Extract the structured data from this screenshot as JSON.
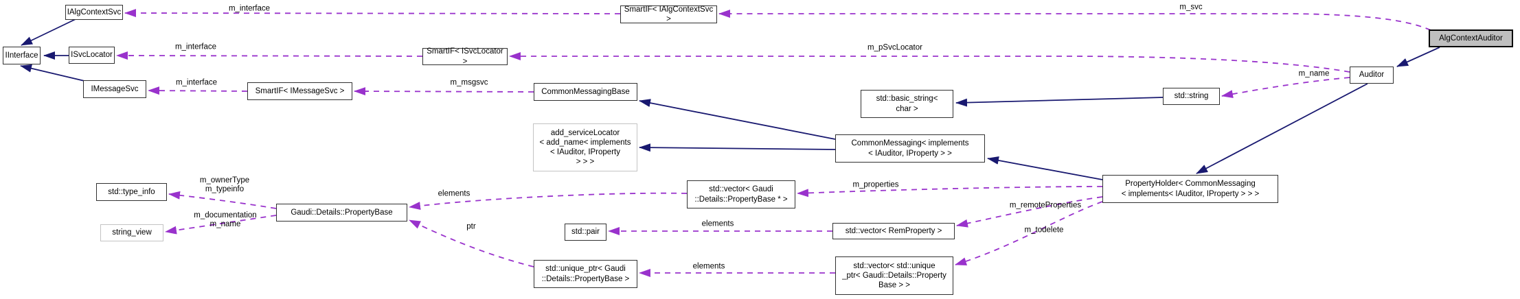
{
  "colors": {
    "bg": "#ffffff",
    "inheritance": "#191970",
    "usage": "#9932cc",
    "node-border": "#303030",
    "ghost-border": "#c3c3c3",
    "self-fill": "#bfbfbf"
  },
  "diagram": {
    "nodes": {
      "iinterface": "IInterface",
      "ialgcontextsvc": "IAlgContextSvc",
      "isvclocator": "ISvcLocator",
      "imessagesvc": "IMessageSvc",
      "smartif_imessagesvc": "SmartIF< IMessageSvc >",
      "smartif_isvclocator": "SmartIF< ISvcLocator >",
      "smartif_ialgcontextsvc": "SmartIF< IAlgContextSvc >",
      "commonmessagingbase": "CommonMessagingBase",
      "add_servicelocator": "add_serviceLocator\n< add_name< implements\n< IAuditor, IProperty\n> > >",
      "basic_string_char": "std::basic_string<\nchar >",
      "std_string": "std::string",
      "auditor": "Auditor",
      "algcontextauditor": "AlgContextAuditor",
      "commonmessaging": "CommonMessaging< implements\n< IAuditor, IProperty > >",
      "propertyholder": "PropertyHolder< CommonMessaging\n< implements< IAuditor, IProperty > > >",
      "std_type_info": "std::type_info",
      "string_view": "string_view",
      "propertybase": "Gaudi::Details::PropertyBase",
      "vector_propertybase_ptr": "std::vector< Gaudi\n::Details::PropertyBase * >",
      "std_pair": "std::pair",
      "vector_remproperty": "std::vector< RemProperty >",
      "unique_ptr_propertybase": "std::unique_ptr< Gaudi\n::Details::PropertyBase >",
      "vector_unique_ptr": "std::vector< std::unique\n_ptr< Gaudi::Details::Property\nBase > >"
    },
    "edge_labels": {
      "m_interface_algcontextsvc": "m_interface",
      "m_interface_svclocator": "m_interface",
      "m_interface_messagesvc": "m_interface",
      "m_svc": "m_svc",
      "m_psvclocator": "m_pSvcLocator",
      "m_name_auditor": "m_name",
      "m_msgsvc": "m_msgsvc",
      "m_properties": "m_properties",
      "m_remoteproperties": "m_remoteProperties",
      "m_todelete": "m_todelete",
      "elements_properties": "elements",
      "elements_remproperty": "elements",
      "elements_unique": "elements",
      "ptr": "ptr",
      "m_ownertype_typeinfo": "m_ownerType\nm_typeinfo",
      "m_documentation_name": "m_documentation\nm_name"
    }
  }
}
